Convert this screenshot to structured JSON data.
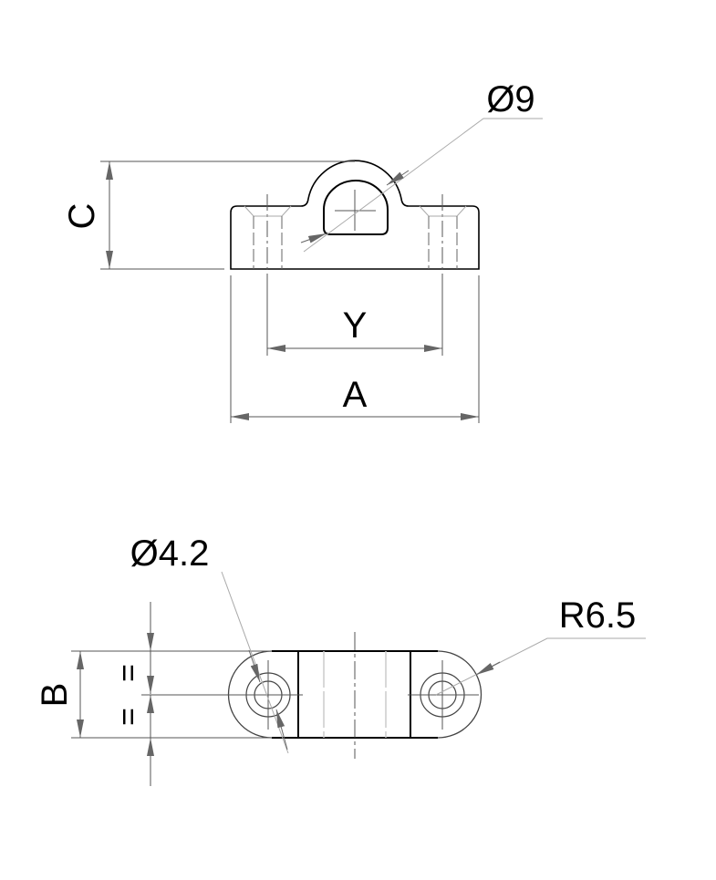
{
  "top_view": {
    "dim_c": "C",
    "dim_y": "Y",
    "dim_a": "A",
    "dim_hole": "Ø9"
  },
  "bottom_view": {
    "dim_b": "B",
    "equal_top": "=",
    "equal_bottom": "=",
    "dim_hole": "Ø4.2",
    "dim_radius": "R6.5"
  },
  "colors": {
    "outline": "#000000",
    "thin": "#555555",
    "leader": "#999999"
  }
}
